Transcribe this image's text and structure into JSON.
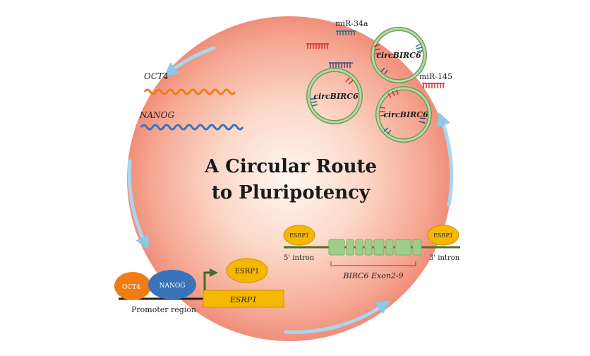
{
  "title": {
    "line1": "A Circular Route",
    "line2": "to Pluripotency"
  },
  "mirnas": {
    "mir34a": "miR-34a",
    "mir145": "miR-145"
  },
  "circ_label": "circBIRC6",
  "factors": {
    "oct4": "OCT4",
    "nanog": "NANOG",
    "esrp1": "ESRP1"
  },
  "gene": {
    "intron5": "5' intron",
    "intron3": "3' intron",
    "exons": "BIRC6 Exon2-9",
    "promoter": "Promoter region",
    "esrp1_gene": "ESRP1"
  },
  "colors": {
    "cell_center": "#fff4ec",
    "cell_edge": "#f29a86",
    "arrow": "#a9d6ee",
    "oct4": "#ef7d14",
    "nanog": "#3a74b8",
    "esrp1": "#f5b800",
    "exon": "#9fce8a",
    "circ": "#9cc98b",
    "red_seed": "#d9262c",
    "navy_seed": "#3a4a7a",
    "teal_seed": "#2a6a85"
  }
}
